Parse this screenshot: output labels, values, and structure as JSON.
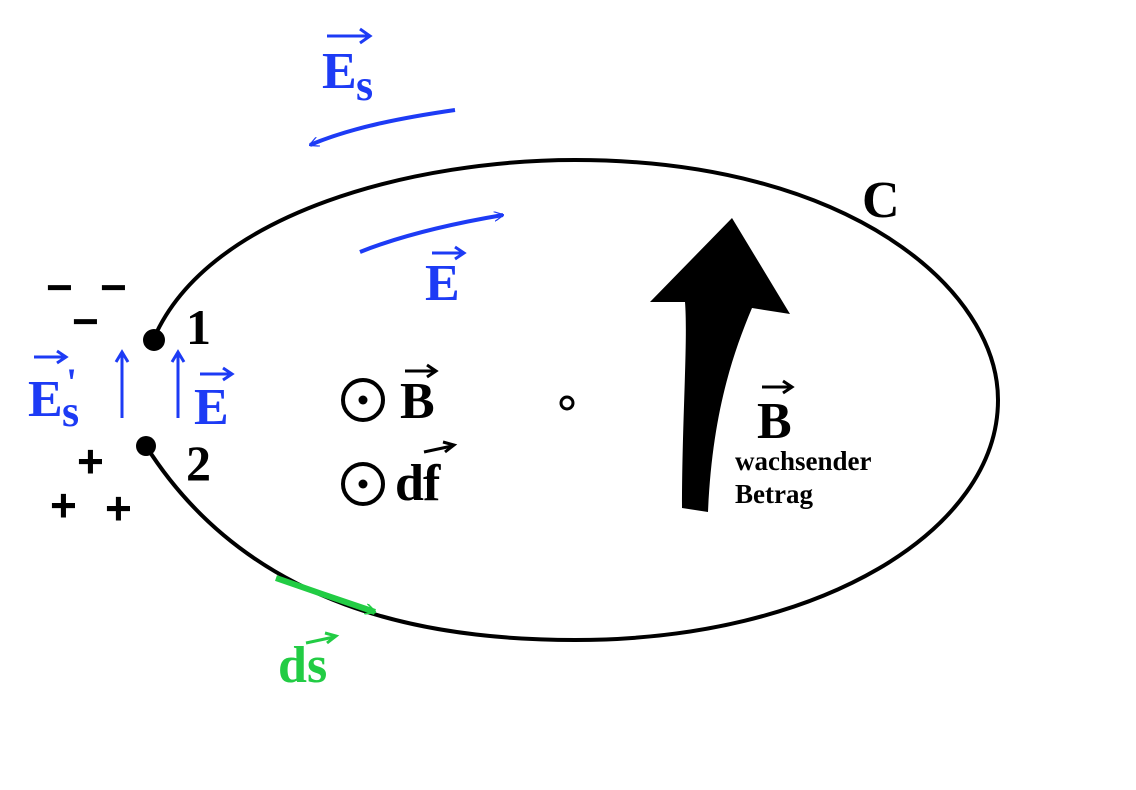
{
  "labels": {
    "curve": "C",
    "es_top": "E",
    "es_top_sub": "s",
    "e_inner": "E",
    "point1": "1",
    "point2": "2",
    "es_prime": "E",
    "es_prime_sub": "s",
    "es_prime_mark": "'",
    "e_gap": "E",
    "b_dot": "B",
    "df_d": "d",
    "df_f": "f",
    "b_big": "B",
    "wachsender": "wachsender",
    "betrag": "Betrag",
    "ds_d": "d",
    "ds_s": "s",
    "minus1": "−",
    "minus2": "−",
    "minus3": "−",
    "plus1": "+",
    "plus2": "+",
    "plus3": "+"
  },
  "colors": {
    "field": "#1d3bf5",
    "path_element": "#22cc44",
    "ink": "#000000"
  }
}
